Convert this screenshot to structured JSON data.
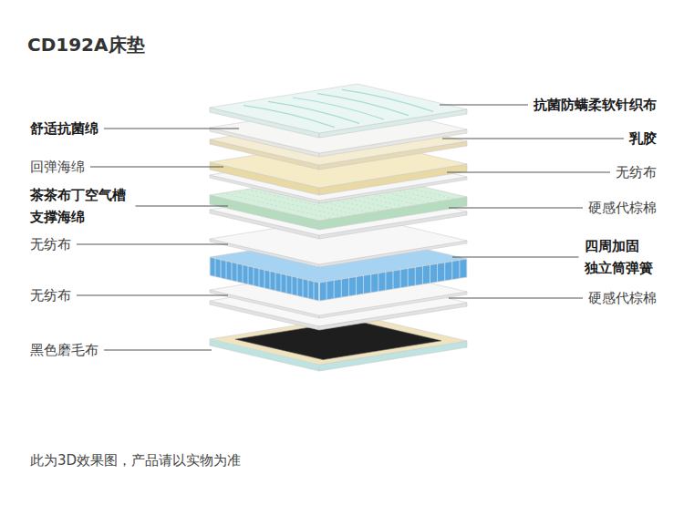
{
  "diagram": {
    "title": "CD192A床垫",
    "caption": "此为3D效果图，产品请以实物为准",
    "labels": [
      "抗菌防螨柔软针织布",
      "舒适抗菌绵",
      "乳胶",
      "回弹海绵",
      "无纺布",
      "茶茶布丁空气槽 支撑海绵",
      "硬感代棕棉",
      "无纺布",
      "四周加固 独立筒弹簧",
      "无纺布",
      "硬感代棕棉",
      "黑色磨毛布"
    ]
  }
}
